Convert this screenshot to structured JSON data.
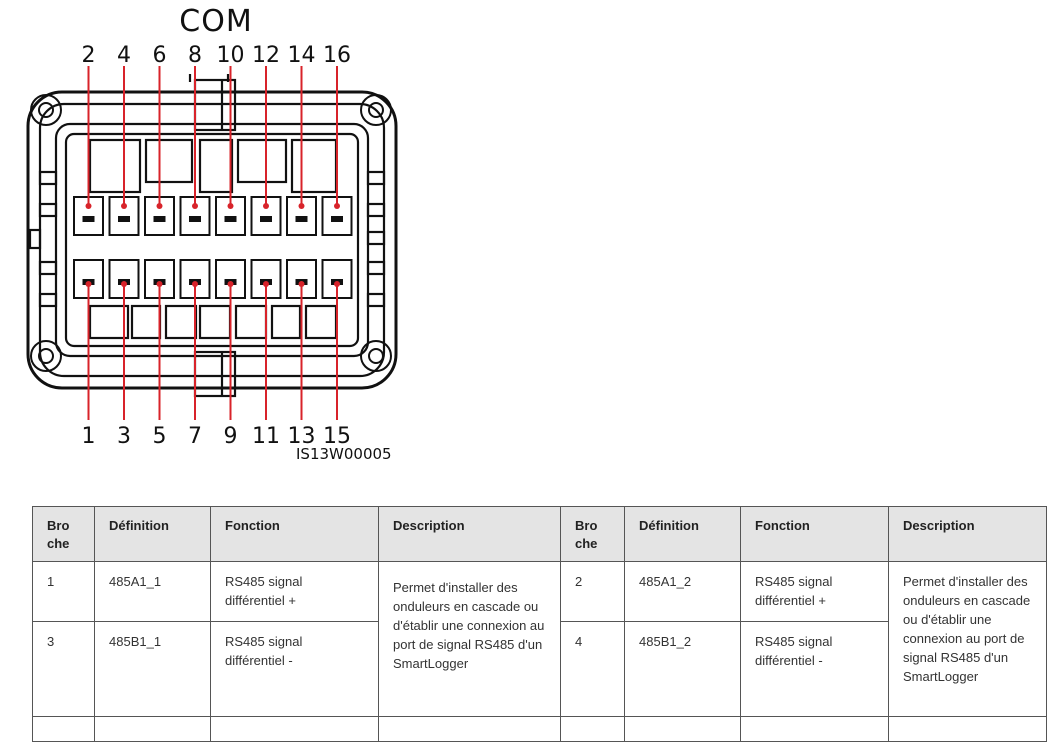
{
  "diagram": {
    "title": "COM",
    "top_pins": [
      "2",
      "4",
      "6",
      "8",
      "10",
      "12",
      "14",
      "16"
    ],
    "bottom_pins": [
      "1",
      "3",
      "5",
      "7",
      "9",
      "11",
      "13",
      "15"
    ],
    "code": "IS13W00005",
    "colors": {
      "pointer": "#d8232a",
      "outline": "#111111"
    }
  },
  "table": {
    "headers": [
      "Bro che",
      "Définition",
      "Fonction",
      "Description",
      "Bro che",
      "Définition",
      "Fonction",
      "Description"
    ],
    "left_rows": [
      {
        "pin": "1",
        "definition": "485A1_1",
        "function": "RS485 signal différentiel +"
      },
      {
        "pin": "3",
        "definition": "485B1_1",
        "function": "RS485 signal différentiel -"
      }
    ],
    "left_description": "Permet d'installer des onduleurs en cascade ou d'établir une connexion au port de signal RS485 d'un SmartLogger",
    "right_rows": [
      {
        "pin": "2",
        "definition": "485A1_2",
        "function": "RS485 signal différentiel +"
      },
      {
        "pin": "4",
        "definition": "485B1_2",
        "function": "RS485 signal différentiel -"
      }
    ],
    "right_description": "Permet d'installer des onduleurs en cascade ou d'établir une connexion au port de signal RS485 d'un SmartLogger"
  }
}
